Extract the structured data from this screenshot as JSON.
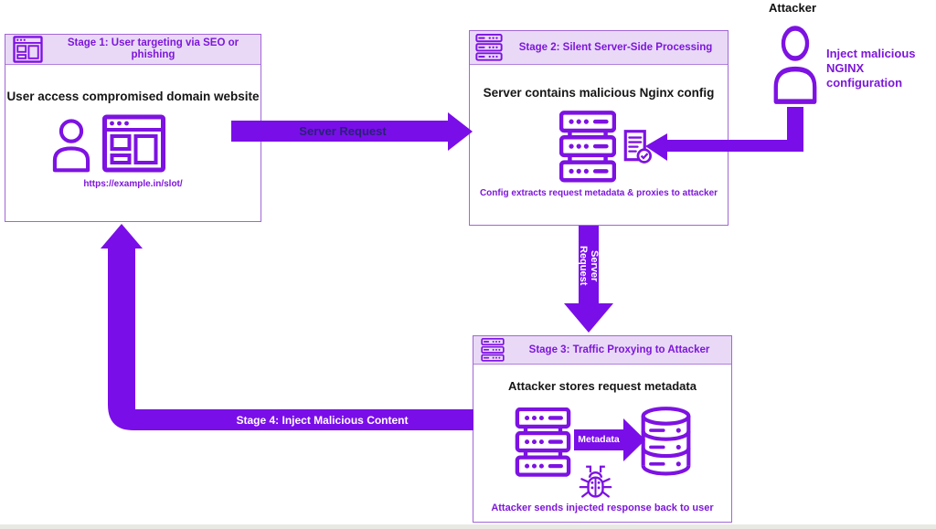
{
  "colors": {
    "accent_purple": "#7a0ee9",
    "icon_purple": "#7d12e2",
    "box_border": "#a266d6",
    "header_bg": "#e9d9f7",
    "purple_text": "#7d17d9",
    "navy_text": "#2a2178",
    "black_text": "#161616",
    "white_text": "#ffffff"
  },
  "stages": {
    "stage1": {
      "title": "Stage 1: User targeting via SEO or phishing",
      "heading": "User access compromised domain website",
      "url": "https://example.in/slot/",
      "icons": {
        "header": "browser-window-icon",
        "content": [
          "person-icon",
          "browser-window-icon"
        ]
      }
    },
    "stage2": {
      "title": "Stage 2: Silent Server-Side Processing",
      "heading": "Server contains malicious Nginx config",
      "caption": "Config extracts request metadata & proxies to attacker",
      "icons": {
        "header": "server-stack-icon",
        "content": [
          "server-stack-icon",
          "document-check-icon"
        ]
      }
    },
    "stage3": {
      "title": "Stage 3: Traffic Proxying to Attacker",
      "heading": "Attacker stores request metadata",
      "caption": "Attacker sends injected response back to user",
      "icons": {
        "header": "server-stack-icon",
        "content": [
          "server-stack-icon",
          "database-icon",
          "bug-icon"
        ]
      }
    }
  },
  "attacker": {
    "label": "Attacker",
    "action_line1": "Inject malicious",
    "action_line2": "NGINX configuration",
    "icon": "person-icon"
  },
  "arrows": {
    "server_request_horizontal": {
      "label": "Server Request"
    },
    "server_request_vertical": {
      "label": "Server Request"
    },
    "stage4": {
      "label": "Stage 4: Inject Malicious Content"
    },
    "metadata": {
      "label": "Metadata"
    }
  }
}
